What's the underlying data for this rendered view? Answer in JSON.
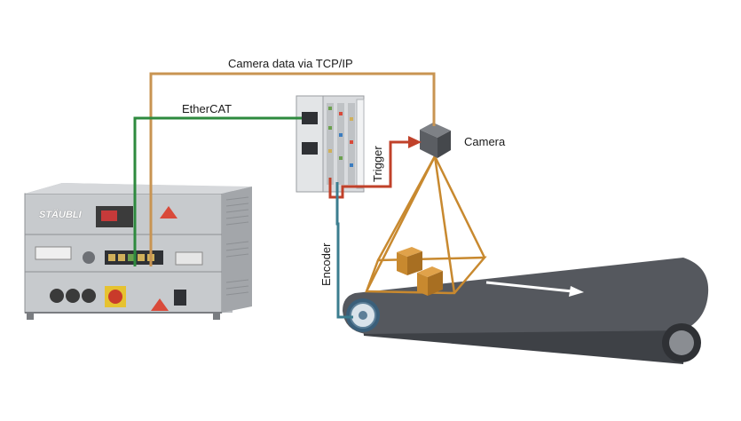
{
  "labels": {
    "camera_data": "Camera data via TCP/IP",
    "ethercat": "EtherCAT",
    "camera": "Camera",
    "trigger": "Trigger",
    "encoder": "Encoder"
  },
  "controller": {
    "brand": "STÄUBLI"
  },
  "colors": {
    "tcp_line": "#c89452",
    "ethercat_line": "#2e8a3e",
    "trigger_line": "#c0412a",
    "encoder_line": "#3b7d8f",
    "belt": "#4a4d52",
    "box": "#c8892f"
  }
}
